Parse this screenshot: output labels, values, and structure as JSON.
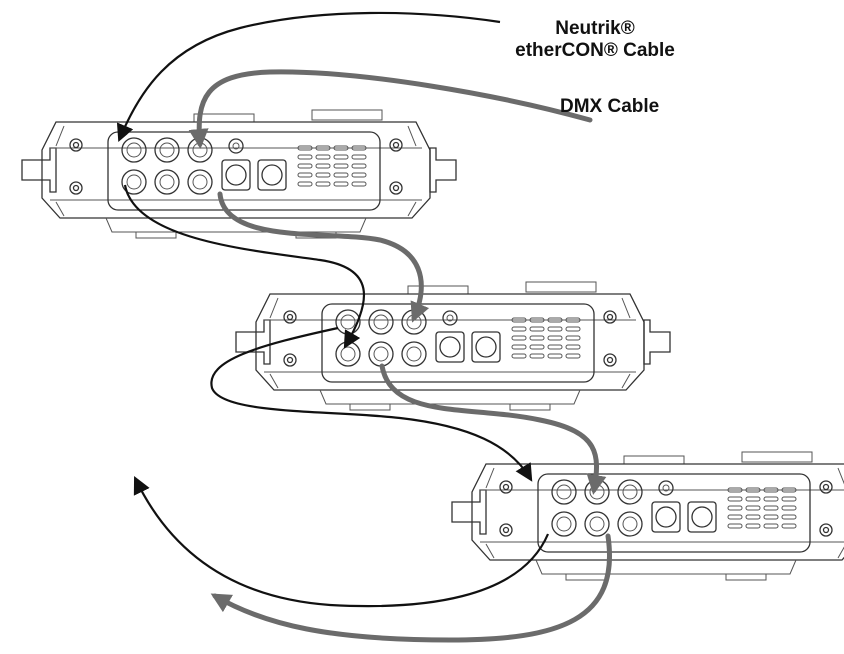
{
  "labels": {
    "ethercon_line1": "Neutrik®",
    "ethercon_line2": "etherCON® Cable",
    "dmx": "DMX Cable"
  },
  "colors": {
    "ethercon_cable": "#111111",
    "dmx_cable": "#6b6b6b",
    "fixture_outline": "#333333"
  },
  "fixtures": [
    {
      "id": "fixture-1"
    },
    {
      "id": "fixture-2"
    },
    {
      "id": "fixture-3"
    }
  ]
}
